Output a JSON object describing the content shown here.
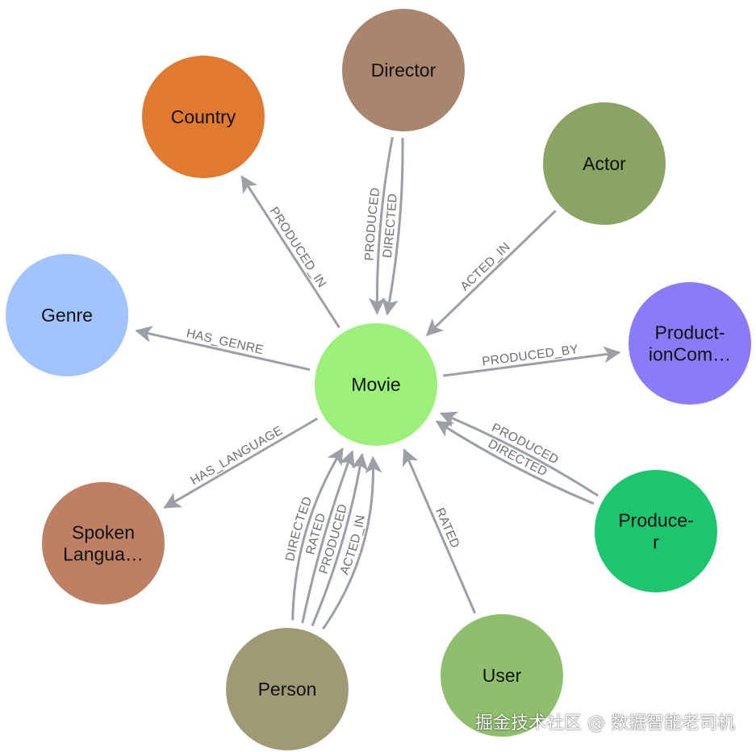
{
  "nodes": [
    {
      "id": "movie",
      "lines": [
        "Movie"
      ],
      "color": "#9bf07a"
    },
    {
      "id": "director",
      "lines": [
        "Director"
      ],
      "color": "#a8866d"
    },
    {
      "id": "country",
      "lines": [
        "Country"
      ],
      "color": "#e07a30"
    },
    {
      "id": "actor",
      "lines": [
        "Actor"
      ],
      "color": "#8aa463"
    },
    {
      "id": "genre",
      "lines": [
        "Genre"
      ],
      "color": "#a0c4fb"
    },
    {
      "id": "prodco",
      "lines": [
        "Product-",
        "ionCom…"
      ],
      "color": "#8a7cf9"
    },
    {
      "id": "spoken",
      "lines": [
        "Spoken",
        "Langua…"
      ],
      "color": "#bd8064"
    },
    {
      "id": "producer",
      "lines": [
        "Produce-",
        "r"
      ],
      "color": "#1dc56e"
    },
    {
      "id": "person",
      "lines": [
        "Person"
      ],
      "color": "#9f9a76"
    },
    {
      "id": "user",
      "lines": [
        "User"
      ],
      "color": "#8fbe6c"
    }
  ],
  "edges": [
    {
      "id": "director-directed-movie",
      "source": "director",
      "target": "movie",
      "label": "DIRECTED"
    },
    {
      "id": "director-produced-movie",
      "source": "director",
      "target": "movie",
      "label": "PRODUCED"
    },
    {
      "id": "movie-produced-in-country",
      "source": "movie",
      "target": "country",
      "label": "PRODUCED_IN"
    },
    {
      "id": "actor-acted-in-movie",
      "source": "actor",
      "target": "movie",
      "label": "ACTED_IN"
    },
    {
      "id": "movie-has-genre-genre",
      "source": "movie",
      "target": "genre",
      "label": "HAS_GENRE"
    },
    {
      "id": "movie-produced-by-prodco",
      "source": "movie",
      "target": "prodco",
      "label": "PRODUCED_BY"
    },
    {
      "id": "movie-has-language-spoken",
      "source": "movie",
      "target": "spoken",
      "label": "HAS_LANGUAGE"
    },
    {
      "id": "producer-directed-movie",
      "source": "producer",
      "target": "movie",
      "label": "DIRECTED"
    },
    {
      "id": "producer-produced-movie",
      "source": "producer",
      "target": "movie",
      "label": "PRODUCED"
    },
    {
      "id": "person-acted-in-movie",
      "source": "person",
      "target": "movie",
      "label": "ACTED_IN"
    },
    {
      "id": "person-produced-movie",
      "source": "person",
      "target": "movie",
      "label": "PRODUCED"
    },
    {
      "id": "person-rated-movie",
      "source": "person",
      "target": "movie",
      "label": "RATED"
    },
    {
      "id": "person-directed-movie",
      "source": "person",
      "target": "movie",
      "label": "DIRECTED"
    },
    {
      "id": "user-rated-movie",
      "source": "user",
      "target": "movie",
      "label": "RATED"
    }
  ],
  "watermark": "掘金技术社区 @ 数据智能老司机"
}
